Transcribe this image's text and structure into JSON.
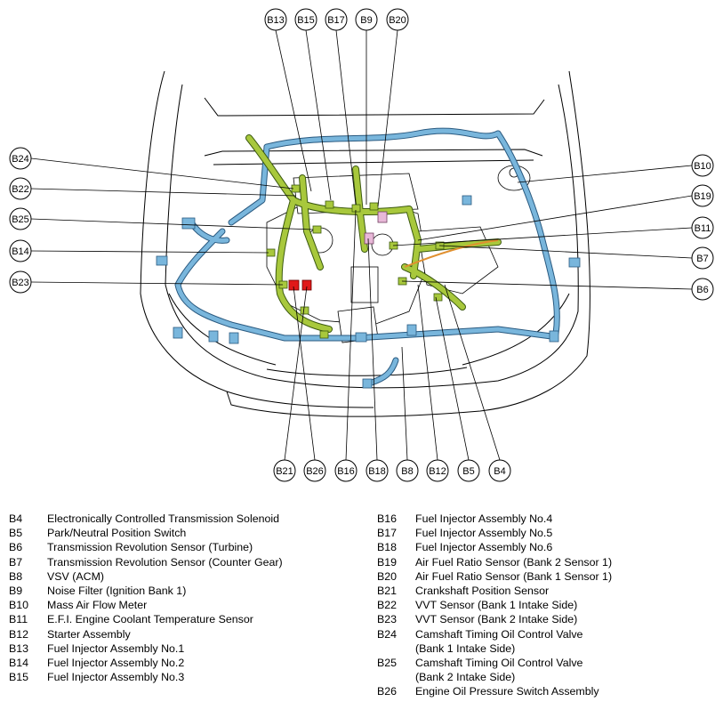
{
  "colors": {
    "harness_green": "#a8c83c",
    "harness_blue": "#79b6dc",
    "highlight_red": "#e01818",
    "wire_orange": "#e09030",
    "sensor_pink": "#e8b8d8",
    "outline": "#000000"
  },
  "callouts": [
    {
      "id": "B13",
      "code": "B13"
    },
    {
      "id": "B15",
      "code": "B15"
    },
    {
      "id": "B17",
      "code": "B17"
    },
    {
      "id": "B9",
      "code": "B9"
    },
    {
      "id": "B20",
      "code": "B20"
    },
    {
      "id": "B24",
      "code": "B24"
    },
    {
      "id": "B22",
      "code": "B22"
    },
    {
      "id": "B25",
      "code": "B25"
    },
    {
      "id": "B14",
      "code": "B14"
    },
    {
      "id": "B23",
      "code": "B23"
    },
    {
      "id": "B10",
      "code": "B10"
    },
    {
      "id": "B19",
      "code": "B19"
    },
    {
      "id": "B11",
      "code": "B11"
    },
    {
      "id": "B7",
      "code": "B7"
    },
    {
      "id": "B6",
      "code": "B6"
    },
    {
      "id": "B21",
      "code": "B21"
    },
    {
      "id": "B26",
      "code": "B26"
    },
    {
      "id": "B16",
      "code": "B16"
    },
    {
      "id": "B18",
      "code": "B18"
    },
    {
      "id": "B8",
      "code": "B8"
    },
    {
      "id": "B12",
      "code": "B12"
    },
    {
      "id": "B5",
      "code": "B5"
    },
    {
      "id": "B4",
      "code": "B4"
    }
  ],
  "legend": {
    "left": [
      {
        "code": "B4",
        "desc": "Electronically Controlled Transmission Solenoid"
      },
      {
        "code": "B5",
        "desc": "Park/Neutral Position Switch"
      },
      {
        "code": "B6",
        "desc": "Transmission Revolution Sensor (Turbine)"
      },
      {
        "code": "B7",
        "desc": "Transmission Revolution Sensor (Counter Gear)"
      },
      {
        "code": "B8",
        "desc": "VSV (ACM)"
      },
      {
        "code": "B9",
        "desc": "Noise Filter (Ignition Bank 1)"
      },
      {
        "code": "B10",
        "desc": "Mass Air Flow Meter"
      },
      {
        "code": "B11",
        "desc": "E.F.I. Engine Coolant Temperature Sensor"
      },
      {
        "code": "B12",
        "desc": "Starter Assembly"
      },
      {
        "code": "B13",
        "desc": "Fuel Injector Assembly No.1"
      },
      {
        "code": "B14",
        "desc": "Fuel Injector Assembly No.2"
      },
      {
        "code": "B15",
        "desc": "Fuel Injector Assembly No.3"
      }
    ],
    "right": [
      {
        "code": "B16",
        "desc": "Fuel Injector Assembly No.4"
      },
      {
        "code": "B17",
        "desc": "Fuel Injector Assembly No.5"
      },
      {
        "code": "B18",
        "desc": "Fuel Injector Assembly No.6"
      },
      {
        "code": "B19",
        "desc": "Air Fuel Ratio Sensor (Bank 2 Sensor 1)"
      },
      {
        "code": "B20",
        "desc": "Air Fuel Ratio Sensor (Bank 1 Sensor 1)"
      },
      {
        "code": "B21",
        "desc": "Crankshaft Position Sensor"
      },
      {
        "code": "B22",
        "desc": "VVT Sensor (Bank 1 Intake Side)"
      },
      {
        "code": "B23",
        "desc": "VVT Sensor (Bank 2 Intake Side)"
      },
      {
        "code": "B24",
        "desc": "Camshaft Timing Oil Control Valve\n(Bank 1 Intake Side)"
      },
      {
        "code": "B25",
        "desc": "Camshaft Timing Oil Control Valve\n(Bank 2 Intake Side)"
      },
      {
        "code": "B26",
        "desc": "Engine Oil Pressure Switch Assembly"
      }
    ]
  }
}
